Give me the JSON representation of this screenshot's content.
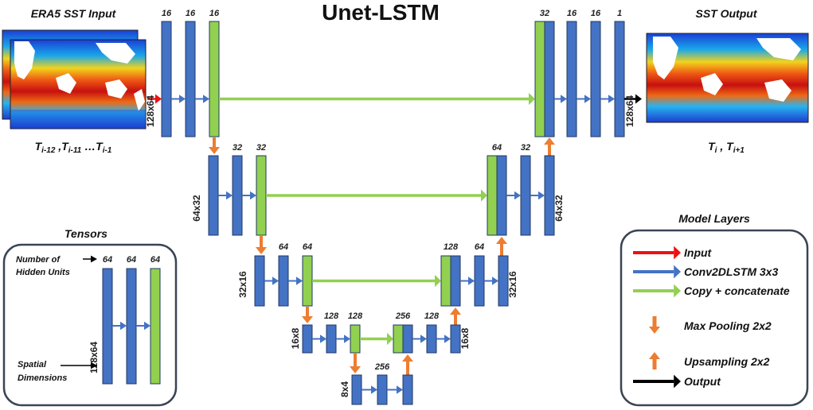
{
  "title": "Unet-LSTM",
  "input_panel": {
    "header": "ERA5 SST Input",
    "caption_parts": [
      "T",
      "i-12",
      " ,T",
      "i-11",
      " …T",
      "i-1"
    ]
  },
  "output_panel": {
    "header": "SST Output",
    "caption_parts": [
      "T",
      "i",
      " , T",
      "i+1"
    ]
  },
  "levels": [
    {
      "dim": "128x64",
      "enc_units": [
        "16",
        "16",
        "16"
      ],
      "dec_units": [
        "32",
        "16",
        "16",
        "1"
      ]
    },
    {
      "dim": "64x32",
      "enc_units": [
        "",
        "32",
        "32"
      ],
      "dec_units": [
        "64",
        "32",
        ""
      ]
    },
    {
      "dim": "32x16",
      "enc_units": [
        "",
        "64",
        "64"
      ],
      "dec_units": [
        "128",
        "64",
        ""
      ]
    },
    {
      "dim": "16x8",
      "enc_units": [
        "",
        "128",
        "128"
      ],
      "dec_units": [
        "256",
        "128",
        ""
      ]
    },
    {
      "dim": "8x4",
      "enc_units": [
        "",
        "256",
        ""
      ],
      "dec_units": []
    }
  ],
  "tensors_box": {
    "title": "Tensors",
    "hidden_units_label": [
      "Number of",
      "Hidden Units"
    ],
    "spatial_label": [
      "Spatial",
      "Dimensions"
    ],
    "units": [
      "64",
      "64",
      "64"
    ],
    "dim": "128x64"
  },
  "legend": {
    "title": "Model Layers",
    "items": [
      {
        "label": "Input",
        "color": "#ee1111",
        "kind": "arrow-right"
      },
      {
        "label": "Conv2DLSTM 3x3",
        "color": "#4472c4",
        "kind": "arrow-right"
      },
      {
        "label": "Copy + concatenate",
        "color": "#92d050",
        "kind": "arrow-right"
      },
      {
        "label": "Max Pooling 2x2",
        "color": "#ed7d31",
        "kind": "arrow-down"
      },
      {
        "label": "Upsampling 2x2",
        "color": "#ed7d31",
        "kind": "arrow-up"
      },
      {
        "label": "Output",
        "color": "#000000",
        "kind": "arrow-right"
      }
    ]
  },
  "colors": {
    "conv_block": "#4472c4",
    "copy_block": "#92d050",
    "pool_arrow": "#ed7d31",
    "conv_arrow": "#4472c4",
    "copy_arrow": "#92d050",
    "input_arrow": "#ee1111",
    "output_arrow": "#000000"
  }
}
